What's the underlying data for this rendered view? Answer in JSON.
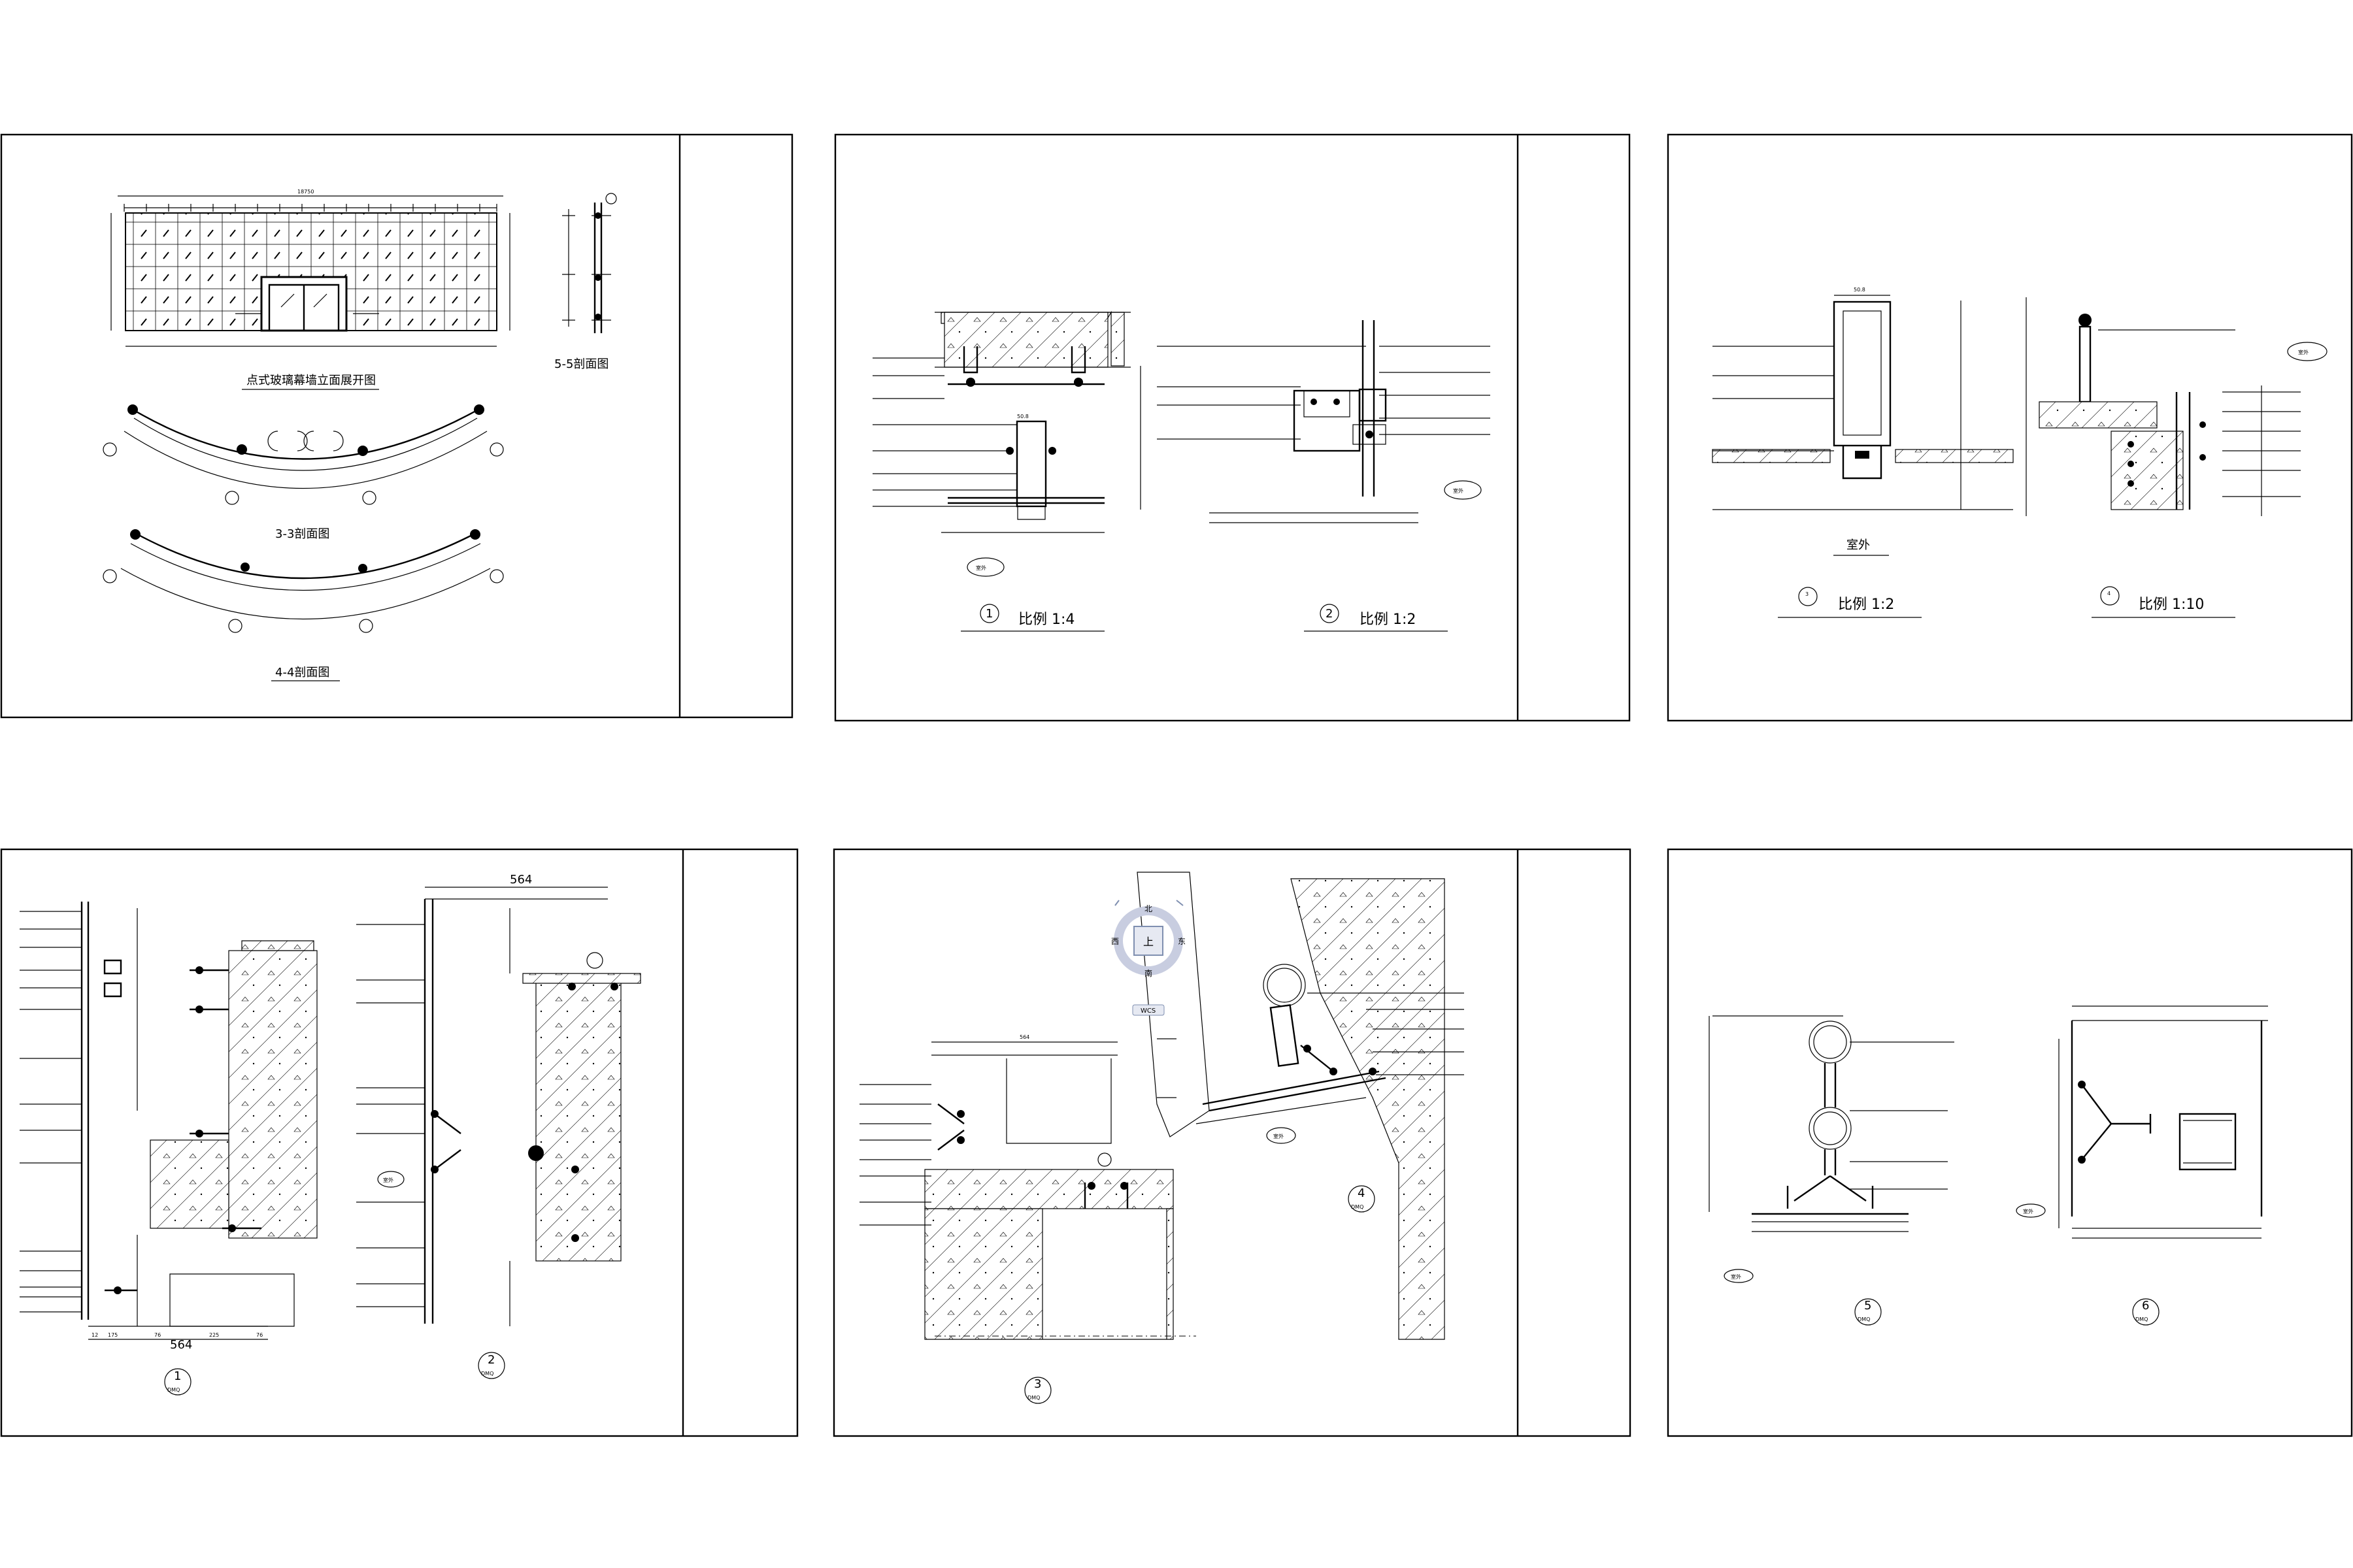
{
  "sheets": [
    {
      "id": "sheet-1",
      "labels": [
        "点式玻璃幕墙立面展开图",
        "5-5剖面图",
        "3-3剖面图",
        "4-4剖面图"
      ],
      "dims": [
        "18750"
      ]
    },
    {
      "id": "sheet-2",
      "labels": [
        "室外",
        "比例  1:4",
        "比例  1:2",
        "室外"
      ],
      "dims": [
        "50.8"
      ],
      "markers": [
        "1",
        "2"
      ]
    },
    {
      "id": "sheet-3",
      "labels": [
        "室外",
        "比例  1:2",
        "室外",
        "比例  1:10"
      ],
      "dims": [
        "50.8"
      ],
      "markers": [
        "3",
        "4"
      ]
    },
    {
      "id": "sheet-4",
      "labels": [
        "室外"
      ],
      "dims": [
        "564",
        "12",
        "175",
        "76",
        "225",
        "76"
      ],
      "markers": [
        "1",
        "2"
      ],
      "marker_sub": [
        "DMQ",
        "DMQ"
      ]
    },
    {
      "id": "sheet-5",
      "labels": [
        "室外",
        "WCS"
      ],
      "dims": [
        "564"
      ],
      "markers": [
        "3",
        "4"
      ],
      "marker_sub": [
        "DMQ",
        "DMQ"
      ],
      "viewcube": {
        "top": "北",
        "bottom": "南",
        "left": "西",
        "right": "东",
        "face": "上"
      }
    },
    {
      "id": "sheet-6",
      "labels": [
        "室外",
        "室外"
      ],
      "markers": [
        "5",
        "6"
      ],
      "marker_sub": [
        "DMQ",
        "DMQ"
      ]
    }
  ],
  "colors": {
    "line": "#000000",
    "background": "#ffffff",
    "viewcube": "#7f8fb0"
  }
}
